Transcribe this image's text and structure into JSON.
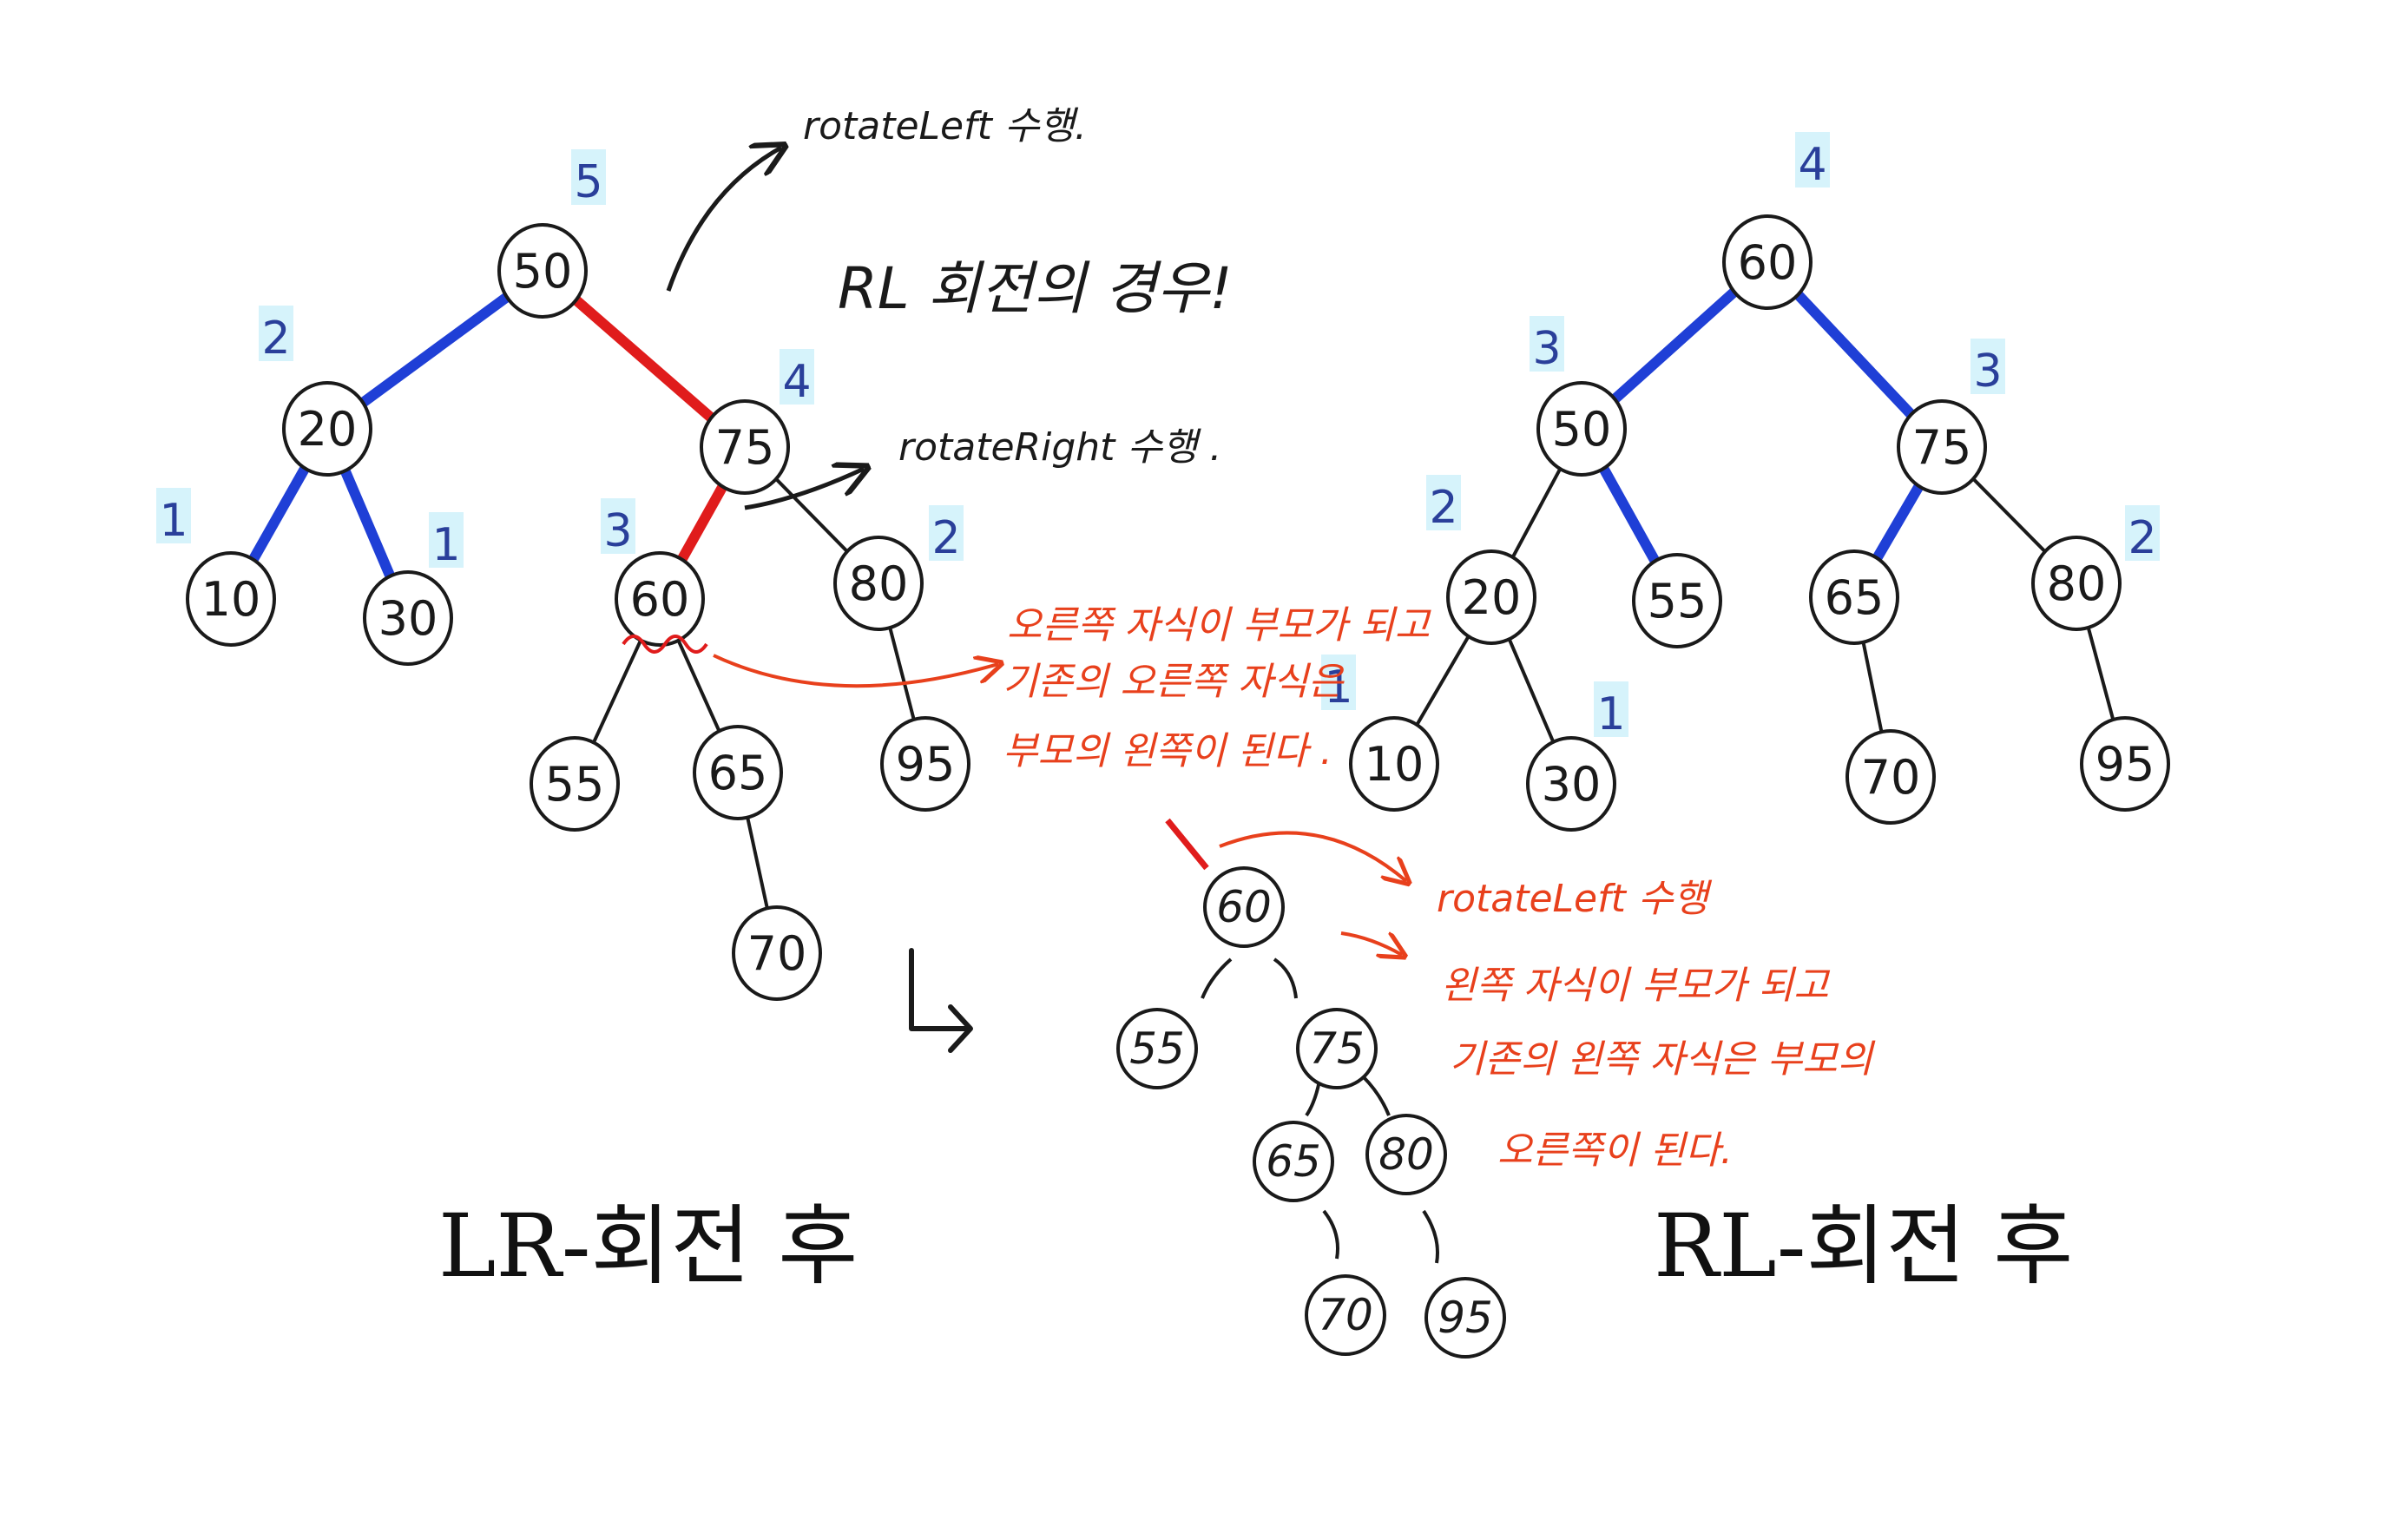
{
  "colors": {
    "edge_default": "#1a1a1a",
    "edge_blue": "#1f3fd6",
    "edge_red": "#e01c1c",
    "height_bg": "#d6f3fb",
    "height_text": "#2a3f9a",
    "annotation_red": "#e8401c"
  },
  "trees": [
    {
      "id": "lr",
      "nodes": [
        {
          "id": "n50",
          "label": "50",
          "height": "5"
        },
        {
          "id": "n20",
          "label": "20",
          "height": "2"
        },
        {
          "id": "n75",
          "label": "75",
          "height": "4"
        },
        {
          "id": "n10",
          "label": "10",
          "height": "1"
        },
        {
          "id": "n30",
          "label": "30",
          "height": "1"
        },
        {
          "id": "n60",
          "label": "60",
          "height": "3"
        },
        {
          "id": "n80",
          "label": "80",
          "height": "2"
        },
        {
          "id": "n55",
          "label": "55"
        },
        {
          "id": "n65",
          "label": "65"
        },
        {
          "id": "n95",
          "label": "95"
        },
        {
          "id": "n70",
          "label": "70"
        }
      ],
      "edges": [
        {
          "from": "n50",
          "to": "n20",
          "color": "blue"
        },
        {
          "from": "n50",
          "to": "n75",
          "color": "red"
        },
        {
          "from": "n20",
          "to": "n10",
          "color": "blue"
        },
        {
          "from": "n20",
          "to": "n30",
          "color": "blue"
        },
        {
          "from": "n75",
          "to": "n60",
          "color": "red"
        },
        {
          "from": "n75",
          "to": "n80",
          "color": "default"
        },
        {
          "from": "n60",
          "to": "n55",
          "color": "default"
        },
        {
          "from": "n60",
          "to": "n65",
          "color": "default"
        },
        {
          "from": "n80",
          "to": "n95",
          "color": "default"
        },
        {
          "from": "n65",
          "to": "n70",
          "color": "default"
        }
      ],
      "caption": "LR-회전 후"
    },
    {
      "id": "rl",
      "nodes": [
        {
          "id": "m60",
          "label": "60",
          "height": "4"
        },
        {
          "id": "m50",
          "label": "50",
          "height": "3"
        },
        {
          "id": "m75",
          "label": "75",
          "height": "3"
        },
        {
          "id": "m20",
          "label": "20",
          "height": "2"
        },
        {
          "id": "m55",
          "label": "55"
        },
        {
          "id": "m65",
          "label": "65"
        },
        {
          "id": "m80",
          "label": "80",
          "height": "2"
        },
        {
          "id": "m10",
          "label": "10",
          "height": "1"
        },
        {
          "id": "m30",
          "label": "30",
          "height": "1"
        },
        {
          "id": "m70",
          "label": "70"
        },
        {
          "id": "m95",
          "label": "95"
        }
      ],
      "edges": [
        {
          "from": "m60",
          "to": "m50",
          "color": "blue"
        },
        {
          "from": "m60",
          "to": "m75",
          "color": "blue"
        },
        {
          "from": "m50",
          "to": "m20",
          "color": "default"
        },
        {
          "from": "m50",
          "to": "m55",
          "color": "blue"
        },
        {
          "from": "m75",
          "to": "m65",
          "color": "blue"
        },
        {
          "from": "m75",
          "to": "m80",
          "color": "default"
        },
        {
          "from": "m20",
          "to": "m10",
          "color": "default"
        },
        {
          "from": "m20",
          "to": "m30",
          "color": "default"
        },
        {
          "from": "m65",
          "to": "m70",
          "color": "default"
        },
        {
          "from": "m80",
          "to": "m95",
          "color": "default"
        }
      ],
      "caption": "RL-회전 후"
    }
  ],
  "handwritten_tree": {
    "nodes": [
      {
        "id": "h60",
        "label": "60"
      },
      {
        "id": "h55",
        "label": "55"
      },
      {
        "id": "h75",
        "label": "75"
      },
      {
        "id": "h65",
        "label": "65"
      },
      {
        "id": "h80",
        "label": "80"
      },
      {
        "id": "h70",
        "label": "70"
      },
      {
        "id": "h95",
        "label": "95"
      }
    ]
  },
  "notes": {
    "rotate_left_top": "rotateLeft 수행.",
    "title": "RL 회전의 경우!",
    "rotate_right": "rotateRight 수행 .",
    "red_note_1": [
      "오른쪽 자식이 부모가 되고",
      "기존의 오른쪽 자식은",
      "부모의 왼쪽이 된다 ."
    ],
    "rotate_left_bottom": "rotateLeft 수행",
    "red_note_2": [
      "왼쪽 자식이 부모가 되고",
      "기존의 왼쪽 자식은 부모의",
      "오른쪽이 된다."
    ]
  }
}
